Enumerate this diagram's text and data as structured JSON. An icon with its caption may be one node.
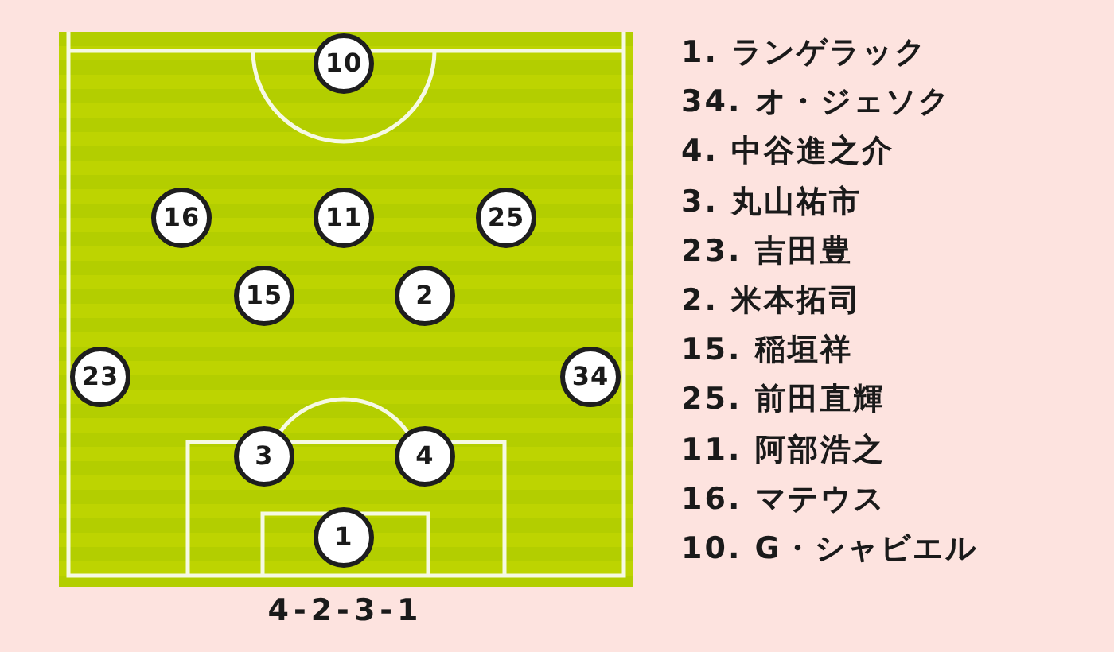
{
  "diagram": {
    "caption": "4-2-3-1",
    "nodes": [
      {
        "text": [],
        "shape": "box"
      },
      {
        "text": [
          "10"
        ],
        "in": 0
      },
      {
        "text": [
          "16"
        ],
        "in": 0
      },
      {
        "text": [
          "11"
        ],
        "in": 0
      },
      {
        "text": [
          "25"
        ],
        "in": 0
      },
      {
        "text": [
          "15"
        ],
        "in": 0
      },
      {
        "text": [
          "2"
        ],
        "in": 0
      },
      {
        "text": [
          "23"
        ],
        "in": 0
      },
      {
        "text": [
          "34"
        ],
        "in": 0
      },
      {
        "text": [
          "3"
        ],
        "in": 0
      },
      {
        "text": [
          "4"
        ],
        "in": 0
      },
      {
        "text": [
          "1"
        ],
        "in": 0
      }
    ],
    "labels": [
      "1. ランゲラック",
      "34. オ・ジェソク",
      "4. 中谷進之介",
      "3. 丸山祐市",
      "23. 吉田豊",
      "2. 米本拓司",
      "15. 稲垣祥",
      "25. 前田直輝",
      "11. 阿部浩之",
      "16. マテウス",
      "10. G・シャビエル"
    ]
  }
}
